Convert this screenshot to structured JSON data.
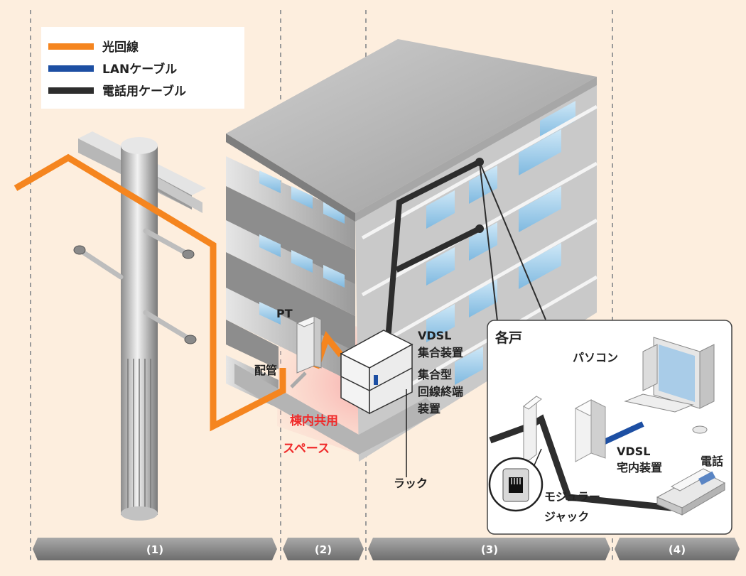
{
  "legend": {
    "fiber": "光回線",
    "lan": "LANケーブル",
    "phone": "電話用ケーブル"
  },
  "labels": {
    "pt": "PT",
    "haikan": "配管",
    "shared_space_1": "棟内共用",
    "shared_space_2": "スペース",
    "vdsl_1": "VDSL",
    "vdsl_2": "集合装置",
    "onu_1": "集合型",
    "onu_2": "回線終端",
    "onu_3": "装置",
    "rack": "ラック"
  },
  "inset": {
    "title": "各戸",
    "pc": "パソコン",
    "modem_1": "VDSL",
    "modem_2": "宅内装置",
    "phone": "電話",
    "jack_1": "モジュラー",
    "jack_2": "ジャック"
  },
  "sections": [
    "(1)",
    "(2)",
    "(3)",
    "(4)"
  ],
  "colors": {
    "fiber": "#f5851f",
    "lan": "#1d4fa3",
    "phone": "#2d2d2d",
    "background": "#fdeede",
    "highlight_text": "#f02a2a"
  }
}
